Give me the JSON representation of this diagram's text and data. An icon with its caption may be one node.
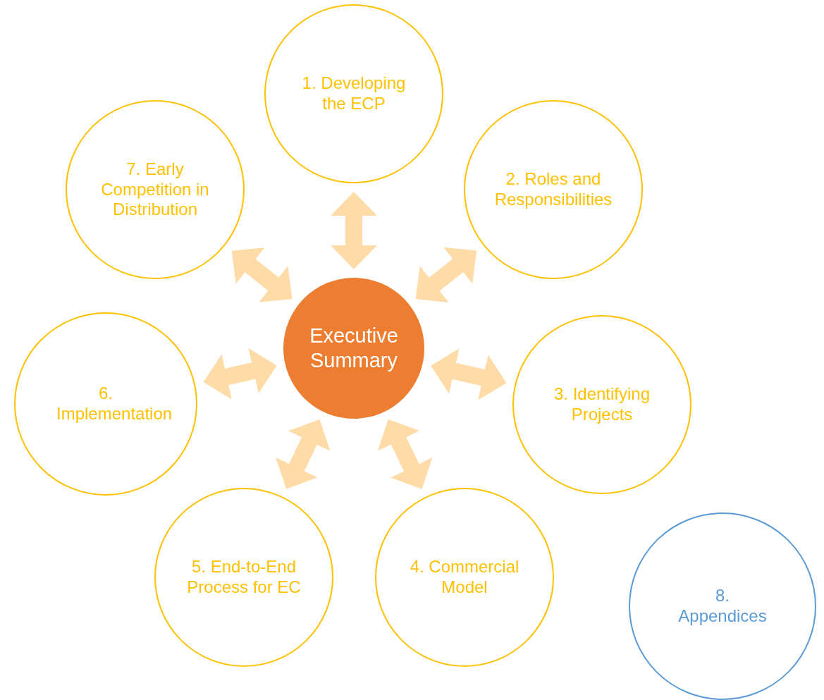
{
  "diagram": {
    "nodes": [
      {
        "text": [
          "Executive Summary"
        ]
      },
      {
        "text": [
          "1. Developing the ECP"
        ]
      },
      {
        "text": [
          "2. Roles and Responsibilities"
        ]
      },
      {
        "text": [
          "3. Identifying Projects"
        ]
      },
      {
        "text": [
          "4. Commercial Model"
        ]
      },
      {
        "text": [
          "5. End-to-End Process for EC"
        ]
      },
      {
        "text": [
          "6. Implementation"
        ]
      },
      {
        "text": [
          "7. Early Competition in Distribution"
        ]
      },
      {
        "text": [
          "8. Appendices"
        ]
      }
    ],
    "edges": [
      {
        "from": 0,
        "to": 1,
        "arrow": "both"
      },
      {
        "from": 0,
        "to": 2,
        "arrow": "both"
      },
      {
        "from": 0,
        "to": 3,
        "arrow": "both"
      },
      {
        "from": 0,
        "to": 4,
        "arrow": "both"
      },
      {
        "from": 0,
        "to": 5,
        "arrow": "both"
      },
      {
        "from": 0,
        "to": 6,
        "arrow": "both"
      },
      {
        "from": 0,
        "to": 7,
        "arrow": "both"
      }
    ]
  }
}
